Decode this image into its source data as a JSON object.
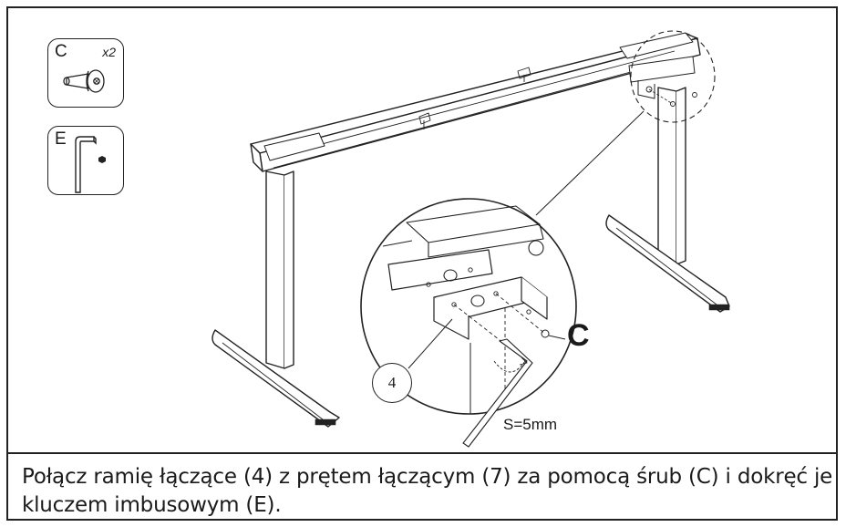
{
  "parts": [
    {
      "letter": "C",
      "quantity": "x2",
      "icon": "screw-icon"
    },
    {
      "letter": "E",
      "quantity": "",
      "icon": "hex-key-icon"
    }
  ],
  "callouts": {
    "screw_label": "C",
    "part_number": "4",
    "tool_size": "S=5mm"
  },
  "instruction": "Połącz ramię łączące (4) z prętem łączącym (7) za pomocą śrub (C) i dokręć je kluczem imbusowym (E).",
  "colors": {
    "line": "#222222",
    "background": "#ffffff"
  }
}
